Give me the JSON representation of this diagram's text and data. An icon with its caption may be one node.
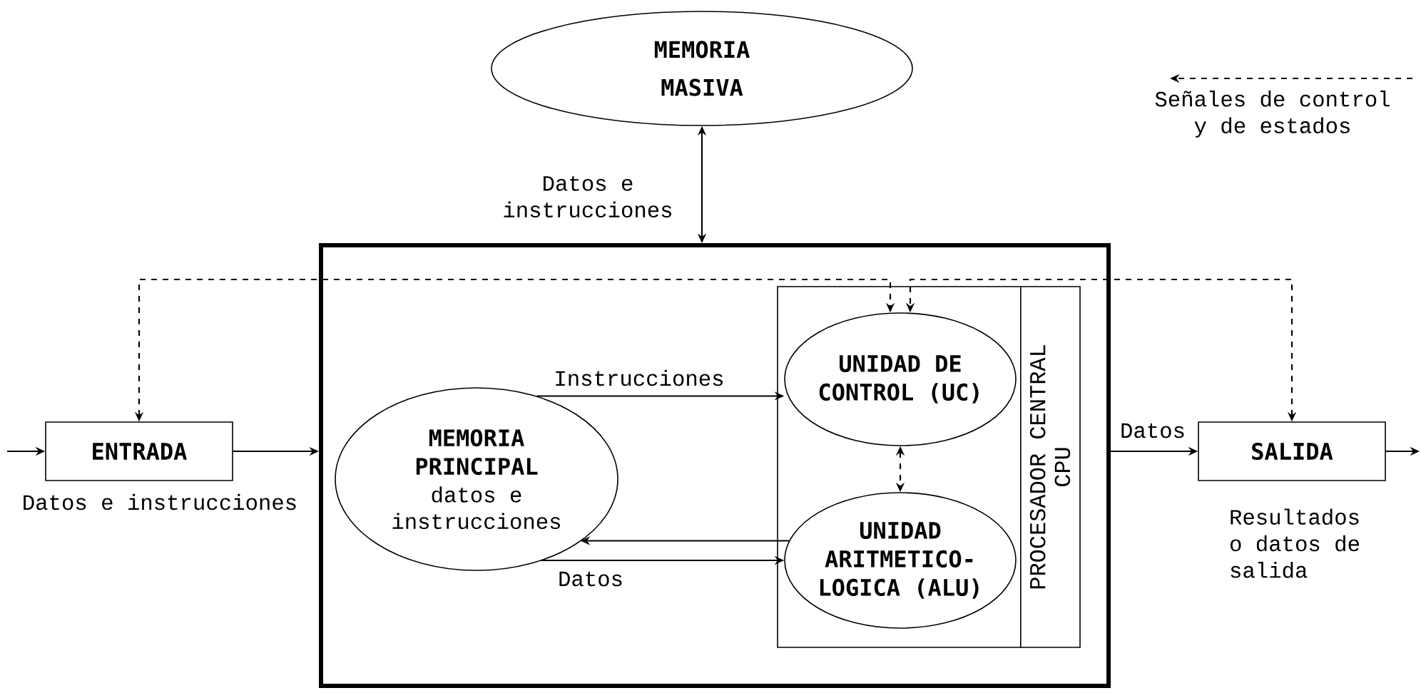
{
  "diagram": {
    "nodes": [
      {
        "text": [
          "MEMORIA MASIVA"
        ]
      },
      {
        "text": [],
        "shape": "box"
      },
      {
        "text": [
          "ENTRADA"
        ],
        "beside": [
          "Datos e instrucciones"
        ]
      },
      {
        "text": [
          "MEMORIA PRINCIPAL",
          "datos e instrucciones"
        ],
        "in": 1
      },
      {
        "text": [
          "PROCESADOR CENTRAL CPU"
        ],
        "in": 1
      },
      {
        "text": [
          "UNIDAD DE CONTROL (UC)"
        ],
        "in": 4
      },
      {
        "text": [
          "UNIDAD ARITMETICO-LOGICA (ALU)"
        ],
        "in": 4
      },
      {
        "text": [
          "SALIDA"
        ],
        "beside": [
          "Resultados o datos de salida"
        ]
      }
    ],
    "edges": [
      {
        "from": null,
        "to": 2,
        "arrow": "to"
      },
      {
        "from": 2,
        "to": 1,
        "arrow": "to"
      },
      {
        "from": 0,
        "to": 1,
        "arrow": "both",
        "label": "Datos e instrucciones"
      },
      {
        "from": 3,
        "to": 5,
        "arrow": "to",
        "label": "Instrucciones"
      },
      {
        "from": 6,
        "to": 3,
        "arrow": "to"
      },
      {
        "from": 3,
        "to": 6,
        "arrow": "to",
        "label": "Datos"
      },
      {
        "from": 5,
        "to": 6,
        "arrow": "both",
        "style": "dashed"
      },
      {
        "from": 1,
        "to": 7,
        "arrow": "to",
        "label": "Datos"
      },
      {
        "from": 7,
        "to": null,
        "arrow": "to"
      },
      {
        "from": 2,
        "to": 5,
        "arrow": "both",
        "style": "dashed"
      },
      {
        "from": 7,
        "to": 5,
        "arrow": "both",
        "style": "dashed"
      }
    ],
    "legend": [
      {
        "text": "Señales de control y de estados"
      }
    ]
  }
}
